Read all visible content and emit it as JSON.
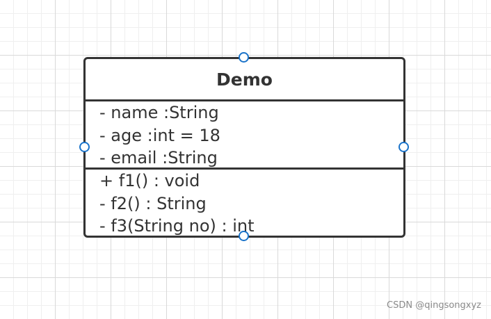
{
  "uml_class": {
    "name": "Demo",
    "attributes": [
      "- name :String",
      "- age :int = 18",
      "- email :String"
    ],
    "methods": [
      "+ f1() : void",
      "- f2() : String",
      "- f3(String no) : int"
    ]
  },
  "selection_handles": [
    "top",
    "left",
    "right",
    "bottom"
  ],
  "colors": {
    "border": "#333333",
    "handle": "#1a73c9",
    "grid": "#d9d9d9"
  },
  "watermark": "CSDN @qingsongxyz"
}
